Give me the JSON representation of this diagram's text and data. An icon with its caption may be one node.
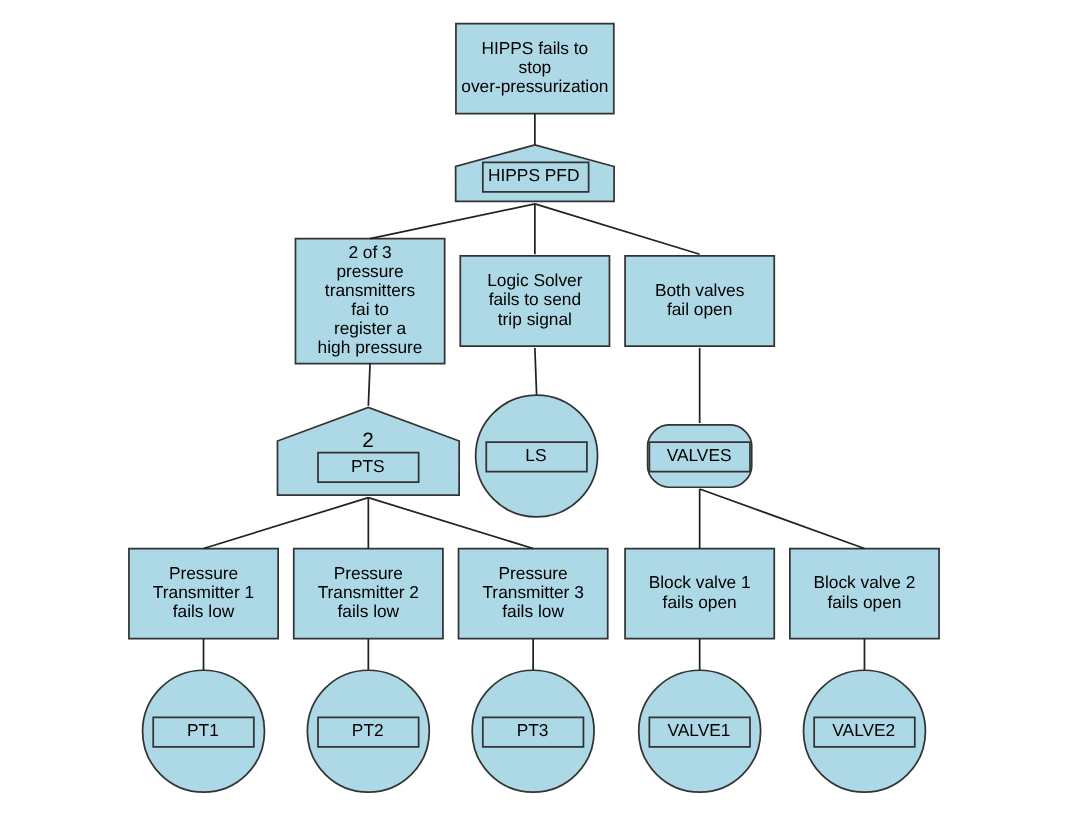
{
  "diagram": {
    "nodes": [
      {
        "text": [
          "HIPPS fails to stop over-pressurization"
        ]
      },
      {
        "text": [
          "HIPPS PFD"
        ]
      },
      {
        "text": [
          "2 of 3 pressure transmitters fai to register a high pressure"
        ]
      },
      {
        "text": [
          "Logic Solver fails to send trip signal"
        ]
      },
      {
        "text": [
          "Both valves fail open"
        ]
      },
      {
        "text": [
          "2",
          "PTS"
        ]
      },
      {
        "text": [
          "LS"
        ]
      },
      {
        "text": [
          "VALVES"
        ]
      },
      {
        "text": [
          "Pressure Transmitter 1 fails low"
        ]
      },
      {
        "text": [
          "Pressure Transmitter 2 fails low"
        ]
      },
      {
        "text": [
          "Pressure Transmitter 3 fails low"
        ]
      },
      {
        "text": [
          "Block valve 1 fails open"
        ]
      },
      {
        "text": [
          "Block valve 2 fails open"
        ]
      },
      {
        "text": [
          "PT1"
        ]
      },
      {
        "text": [
          "PT2"
        ]
      },
      {
        "text": [
          "PT3"
        ]
      },
      {
        "text": [
          "VALVE1"
        ]
      },
      {
        "text": [
          "VALVE2"
        ]
      }
    ],
    "edges": [
      {
        "from": 0,
        "to": 1,
        "arrow": "none"
      },
      {
        "from": 1,
        "to": 2,
        "arrow": "none"
      },
      {
        "from": 1,
        "to": 3,
        "arrow": "none"
      },
      {
        "from": 1,
        "to": 4,
        "arrow": "none"
      },
      {
        "from": 2,
        "to": 5,
        "arrow": "none"
      },
      {
        "from": 3,
        "to": 6,
        "arrow": "none"
      },
      {
        "from": 4,
        "to": 7,
        "arrow": "none"
      },
      {
        "from": 5,
        "to": 8,
        "arrow": "none"
      },
      {
        "from": 5,
        "to": 9,
        "arrow": "none"
      },
      {
        "from": 5,
        "to": 10,
        "arrow": "none"
      },
      {
        "from": 7,
        "to": 11,
        "arrow": "none"
      },
      {
        "from": 7,
        "to": 12,
        "arrow": "none"
      },
      {
        "from": 8,
        "to": 13,
        "arrow": "none"
      },
      {
        "from": 9,
        "to": 14,
        "arrow": "none"
      },
      {
        "from": 10,
        "to": 15,
        "arrow": "none"
      },
      {
        "from": 11,
        "to": 16,
        "arrow": "none"
      },
      {
        "from": 12,
        "to": 17,
        "arrow": "none"
      }
    ]
  }
}
